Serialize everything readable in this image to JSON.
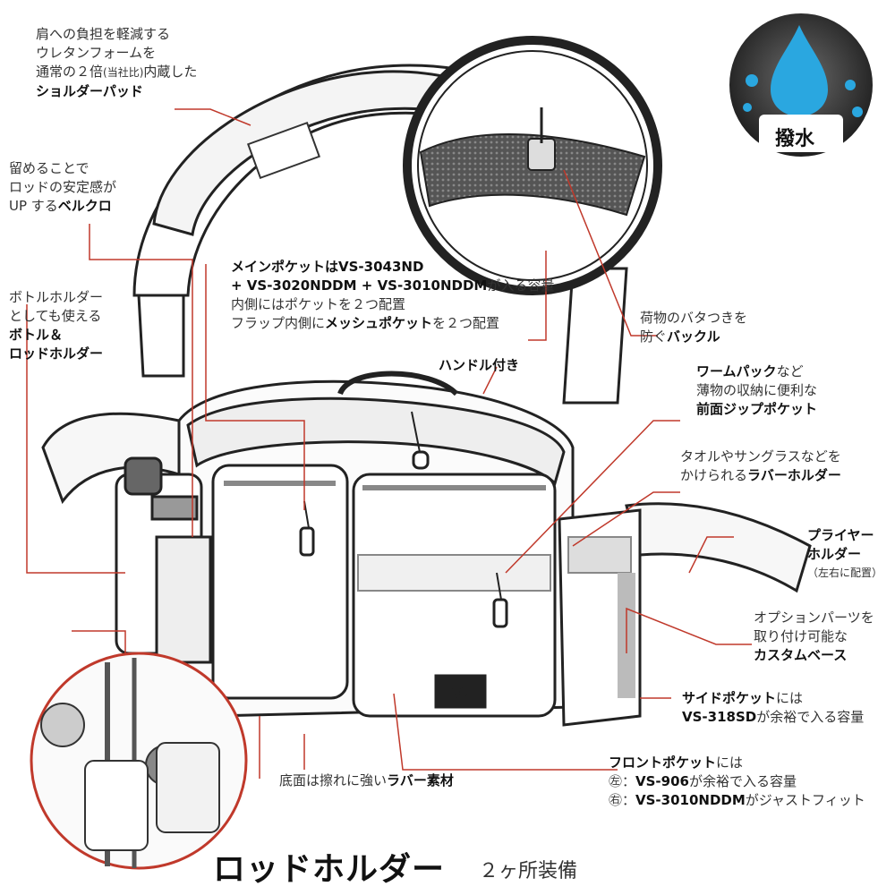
{
  "labels": {
    "shoulder_pad": {
      "l1": "肩への負担を軽減する",
      "l2": "ウレタンフォームを",
      "l3a": "通常の２倍",
      "l3b": "(当社比)",
      "l3c": "内蔵した",
      "l4": "ショルダーパッド"
    },
    "velcro": {
      "l1": "留めることで",
      "l2": "ロッドの安定感が",
      "l3a": "UP する",
      "l3b": "ベルクロ"
    },
    "bottle": {
      "l1": "ボトルホルダー",
      "l2": "としても使える",
      "l3": "ボトル＆",
      "l4": "ロッドホルダー"
    },
    "main_pocket": {
      "l1a": "メインポケットは",
      "l1b": "VS-3043ND",
      "l2a": "+ VS-3020NDDM + VS-3010NDDM",
      "l2b": "が入る容量",
      "l3": "内側にはポケットを２つ配置",
      "l4a": "フラップ内側に",
      "l4b": "メッシュポケット",
      "l4c": "を２つ配置"
    },
    "handle": "ハンドル付き",
    "buckle": {
      "l1": "荷物のバタつきを",
      "l2a": "防ぐ",
      "l2b": "バックル"
    },
    "front_zip": {
      "l1a": "ワームパック",
      "l1b": "など",
      "l2": "薄物の収納に便利な",
      "l3": "前面ジップポケット"
    },
    "rubber_holder": {
      "l1": "タオルやサングラスなどを",
      "l2a": "かけられる",
      "l2b": "ラバーホルダー"
    },
    "plier": {
      "l1": "プライヤー",
      "l2": "ホルダー",
      "l3": "（左右に配置）"
    },
    "custom_base": {
      "l1": "オプションパーツを",
      "l2": "取り付け可能な",
      "l3": "カスタムベース"
    },
    "side_pocket": {
      "l1a": "サイドポケット",
      "l1b": "には",
      "l2a": "VS-318SD",
      "l2b": "が余裕で入る容量"
    },
    "bottom": {
      "a": "底面は擦れに強い",
      "b": "ラバー素材"
    },
    "front_pocket": {
      "l1a": "フロントポケット",
      "l1b": "には",
      "l2a": "㊧：",
      "l2b": "VS-906",
      "l2c": "が余裕で入る容量",
      "l3a": "㊨：",
      "l3b": "VS-3010NDDM",
      "l3c": "がジャストフィット"
    }
  },
  "badge": {
    "text": "撥水",
    "icon": "water-drop-icon"
  },
  "title": {
    "main": "ロッドホルダー",
    "sub": "２ヶ所装備"
  },
  "colors": {
    "leader": "#c0392b",
    "outline": "#222222",
    "badge_bg": "#3a3a3a",
    "drop": "#2aa7e0"
  }
}
